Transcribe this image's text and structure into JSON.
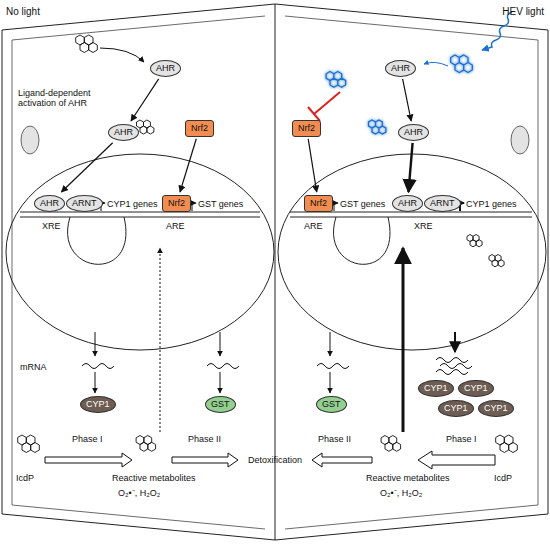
{
  "diagram": {
    "nodes": [
      {
        "text": [
          "AHR"
        ]
      },
      {
        "text": [
          "AHR"
        ]
      },
      {
        "text": [
          "Nrf2"
        ]
      },
      {
        "text": [
          "AHR"
        ]
      },
      {
        "text": [
          "ARNT"
        ]
      },
      {
        "text": [
          "Nrf2"
        ]
      },
      {
        "text": [
          "CYP1"
        ]
      },
      {
        "text": [
          "GST"
        ]
      },
      {
        "text": [
          "AHR"
        ]
      },
      {
        "text": [
          "Nrf2"
        ]
      },
      {
        "text": [
          "AHR"
        ]
      },
      {
        "text": [
          "Nrf2"
        ]
      },
      {
        "text": [
          "AHR"
        ]
      },
      {
        "text": [
          "ARNT"
        ]
      },
      {
        "text": [
          "GST"
        ]
      },
      {
        "text": [
          "CYP1"
        ]
      },
      {
        "text": [
          "CYP1"
        ]
      },
      {
        "text": [
          "CYP1"
        ]
      },
      {
        "text": [
          "CYP1"
        ]
      }
    ],
    "edges": [
      {
        "from": 0,
        "to": 1,
        "arrow": "to"
      },
      {
        "from": 1,
        "to": 3,
        "arrow": "to"
      },
      {
        "from": 2,
        "to": 5,
        "arrow": "to"
      },
      {
        "from": 8,
        "to": 10,
        "arrow": "to"
      },
      {
        "from": 10,
        "to": 12,
        "arrow": "to"
      },
      {
        "from": 9,
        "to": 11,
        "arrow": "to"
      }
    ],
    "labels": [
      "No light",
      "HEV light",
      "Ligand-dependent activation of AHR",
      "XRE",
      "CYP1 genes",
      "ARE",
      "GST genes",
      "mRNA",
      "Phase I",
      "Phase II",
      "IcdP",
      "Reactive metabolites",
      "O₂•⁻, H₂O₂",
      "Detoxification",
      "ARE",
      "GST genes",
      "XRE",
      "CYP1 genes",
      "Phase II",
      "Phase I",
      "IcdP",
      "Reactive metabolites",
      "O₂•⁻, H₂O₂"
    ]
  }
}
